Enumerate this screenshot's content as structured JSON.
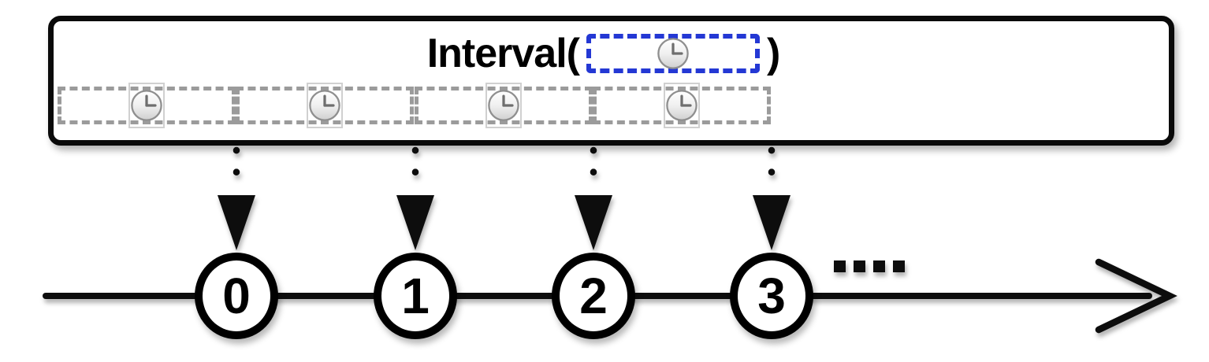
{
  "colors": {
    "accent_blue": "#2438d4",
    "dash_gray": "#9b9b9b",
    "ink": "#0a0a0a",
    "clock_rim": "#8f8f8f",
    "clock_hands": "#6e6e6e",
    "frame_border": "#d0d0d0"
  },
  "function_box": {
    "title_prefix": "Interval(",
    "title_suffix": ")",
    "argument_icon": "clock"
  },
  "interval_track": {
    "periods": [
      {
        "icon": "clock"
      },
      {
        "icon": "clock"
      },
      {
        "icon": "clock"
      },
      {
        "icon": "clock"
      }
    ]
  },
  "timeline": {
    "marbles": [
      "0",
      "1",
      "2",
      "3"
    ],
    "ellipsis": "...."
  }
}
